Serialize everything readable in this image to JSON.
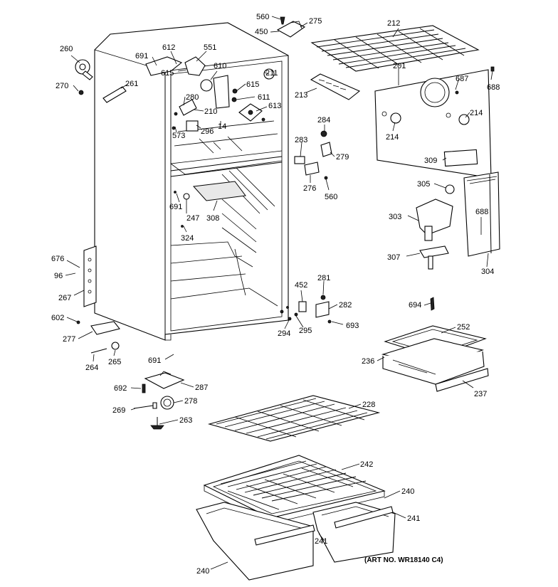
{
  "art_number": "(ART NO. WR18140 C4)",
  "callouts": {
    "c560a": "560",
    "c275": "275",
    "c450": "450",
    "c212": "212",
    "c260": "260",
    "c270": "270",
    "c691a": "691",
    "c612": "612",
    "c551": "551",
    "c615a": "615",
    "c610": "610",
    "c261": "261",
    "c211": "211",
    "c615b": "615",
    "c611": "611",
    "c280": "280",
    "c613": "613",
    "c210": "210",
    "c573": "573",
    "c296": "296",
    "c14": "14",
    "c213": "213",
    "c201": "201",
    "c687": "687",
    "c688a": "688",
    "c214a": "214",
    "c214b": "214",
    "c284": "284",
    "c283": "283",
    "c279": "279",
    "c276": "276",
    "c560b": "560",
    "c309": "309",
    "c305": "305",
    "c691b": "691",
    "c247": "247",
    "c308": "308",
    "c324": "324",
    "c303": "303",
    "c688b": "688",
    "c307": "307",
    "c304": "304",
    "c676": "676",
    "c96": "96",
    "c267": "267",
    "c602": "602",
    "c277": "277",
    "c452": "452",
    "c281": "281",
    "c282": "282",
    "c294": "294",
    "c295": "295",
    "c693": "693",
    "c694": "694",
    "c252": "252",
    "c236": "236",
    "c237": "237",
    "c691c": "691",
    "c264": "264",
    "c265": "265",
    "c692": "692",
    "c287": "287",
    "c278": "278",
    "c269": "269",
    "c263": "263",
    "c228": "228",
    "c242": "242",
    "c240a": "240",
    "c241a": "241",
    "c241b": "241",
    "c240b": "240"
  }
}
